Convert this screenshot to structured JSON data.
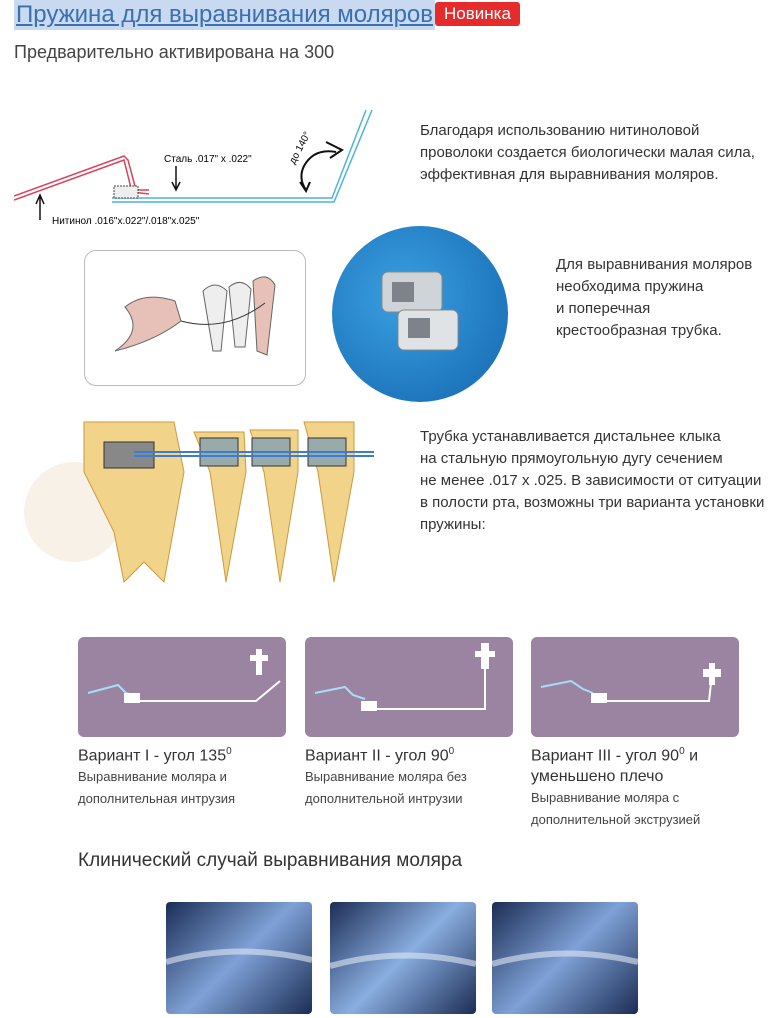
{
  "header": {
    "title": "Пружина для выравнивания моляров",
    "badge": "Новинка",
    "subtitle": "Предварительно активирована на 300"
  },
  "diagram_labels": {
    "steel": "Сталь .017\" x .022\"",
    "angle": "до 140°",
    "nitinol": "Нитинол .016\"x.022\"/.018\"x.025\""
  },
  "paragraphs": {
    "p1": "Благодаря использованию нитиноловой проволоки создается биологически малая сила, эффективная для выравнивания моляров.",
    "p2_lines": [
      "Для выравнивания моляров",
      "необходима пружина",
      "и поперечная",
      "крестообразная трубка."
    ],
    "p3_lines": [
      "Трубка устанавливается дистальнее клыка",
      "на стальную прямоугольную дугу сечением",
      "не менее .017 x .025. В зависимости от ситуации",
      "в полости рта, возможны три варианта установки",
      "пружины:"
    ]
  },
  "variants": [
    {
      "title": "Вариант I - угол 135",
      "sup": "0",
      "title_rest": "",
      "desc_lines": [
        "Выравнивание моляра и",
        "дополнительная интрузия"
      ]
    },
    {
      "title": "Вариант II - угол 90",
      "sup": "0",
      "title_rest": "",
      "desc_lines": [
        "Выравнивание моляра без",
        "дополнительной интрузии"
      ]
    },
    {
      "title": "Вариант III - угол 90",
      "sup": "0",
      "title_rest": " и",
      "title_line2": "уменьшено плечо",
      "desc_lines": [
        "Выравнивание моляра с",
        "дополнительной экструзией"
      ]
    }
  ],
  "clinical": {
    "heading": "Клинический случай выравнивания моляра"
  },
  "colors": {
    "link": "#3a6fb0",
    "badge": "#e52b2b",
    "card": "#9b83a2",
    "nitinol_wire": "#d9435a",
    "steel_wire": "#4fb3d9"
  }
}
